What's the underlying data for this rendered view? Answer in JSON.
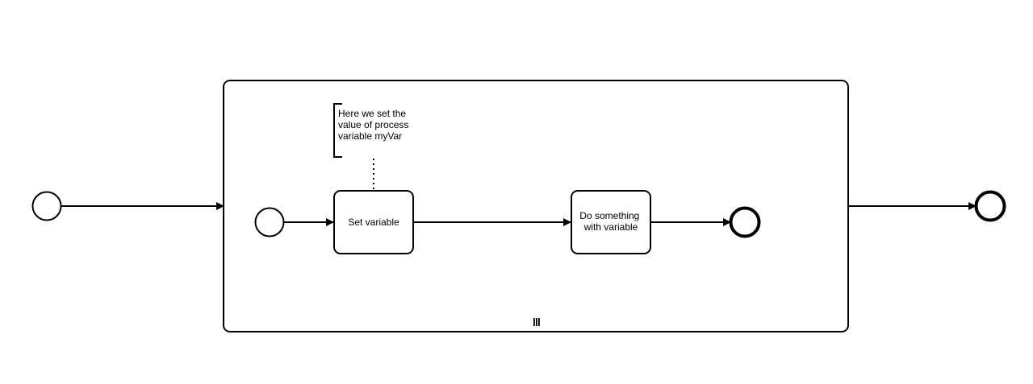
{
  "diagram": {
    "annotation": {
      "lines": [
        "Here we set the",
        "value of process",
        "variable myVar"
      ]
    },
    "tasks": {
      "set_variable": {
        "lines": [
          "Set variable"
        ]
      },
      "do_something": {
        "lines": [
          "Do something",
          "with variable"
        ]
      }
    },
    "subprocess": {
      "marker": "multi-instance-sequential-marker"
    },
    "colors": {
      "stroke": "#000000",
      "fill": "#ffffff"
    }
  }
}
